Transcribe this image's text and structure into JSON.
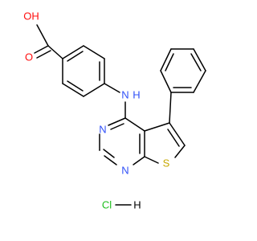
{
  "molecule": {
    "atoms": {
      "carboxyl_oh": "OH",
      "carboxyl_o": "O",
      "amine_n": "N",
      "amine_h": "H",
      "pyrimidine_n1": "N",
      "pyrimidine_n2": "N",
      "thiophene_s": "S"
    },
    "salt": {
      "cl": "Cl",
      "h": "H"
    }
  },
  "colors": {
    "oxygen": "#ff0d0d",
    "nitrogen": "#3050f8",
    "sulfur": "#c6a800",
    "chlorine": "#1ebf1e",
    "carbon_bond": "#000000",
    "hydrogen": "#000000"
  }
}
